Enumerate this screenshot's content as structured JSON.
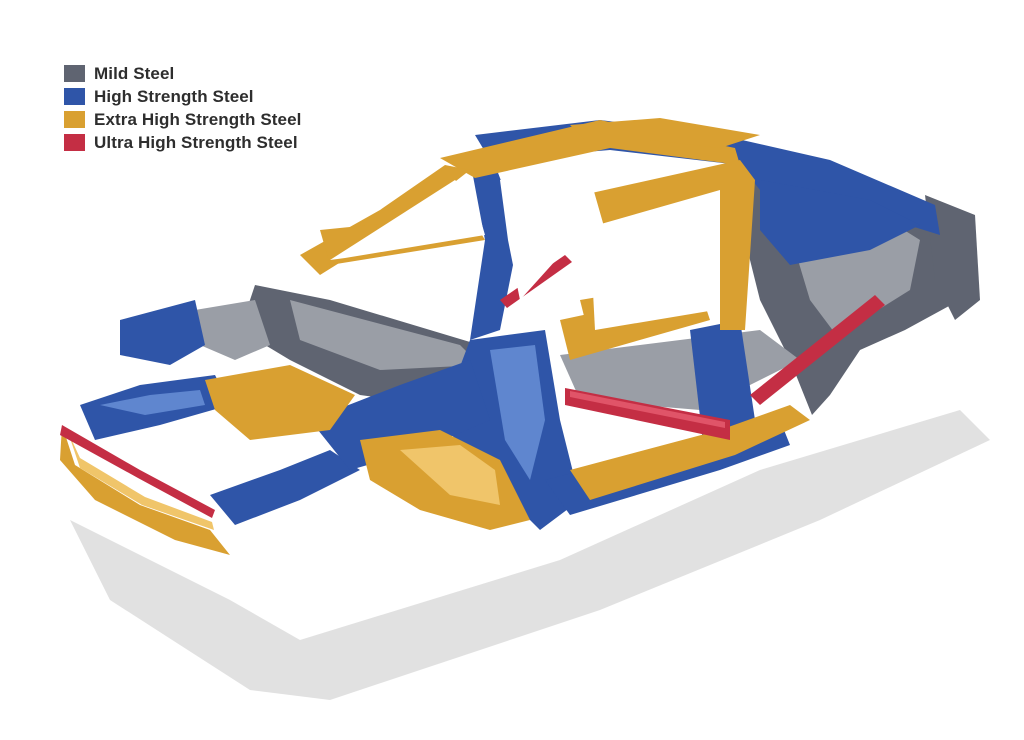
{
  "legend": {
    "items": [
      {
        "key": "mild",
        "label": "Mild Steel",
        "color": "#5f6471"
      },
      {
        "key": "high",
        "label": "High Strength Steel",
        "color": "#2f55a8"
      },
      {
        "key": "extra",
        "label": "Extra High Strength Steel",
        "color": "#d9a031"
      },
      {
        "key": "ultra",
        "label": "Ultra High Strength Steel",
        "color": "#c42e44"
      }
    ]
  },
  "colors": {
    "mild_light": "#9a9ea6",
    "high_light": "#5f86cf",
    "extra_light": "#f0c56a",
    "ultra_light": "#e05468",
    "shadow": "#d4d4d4"
  }
}
